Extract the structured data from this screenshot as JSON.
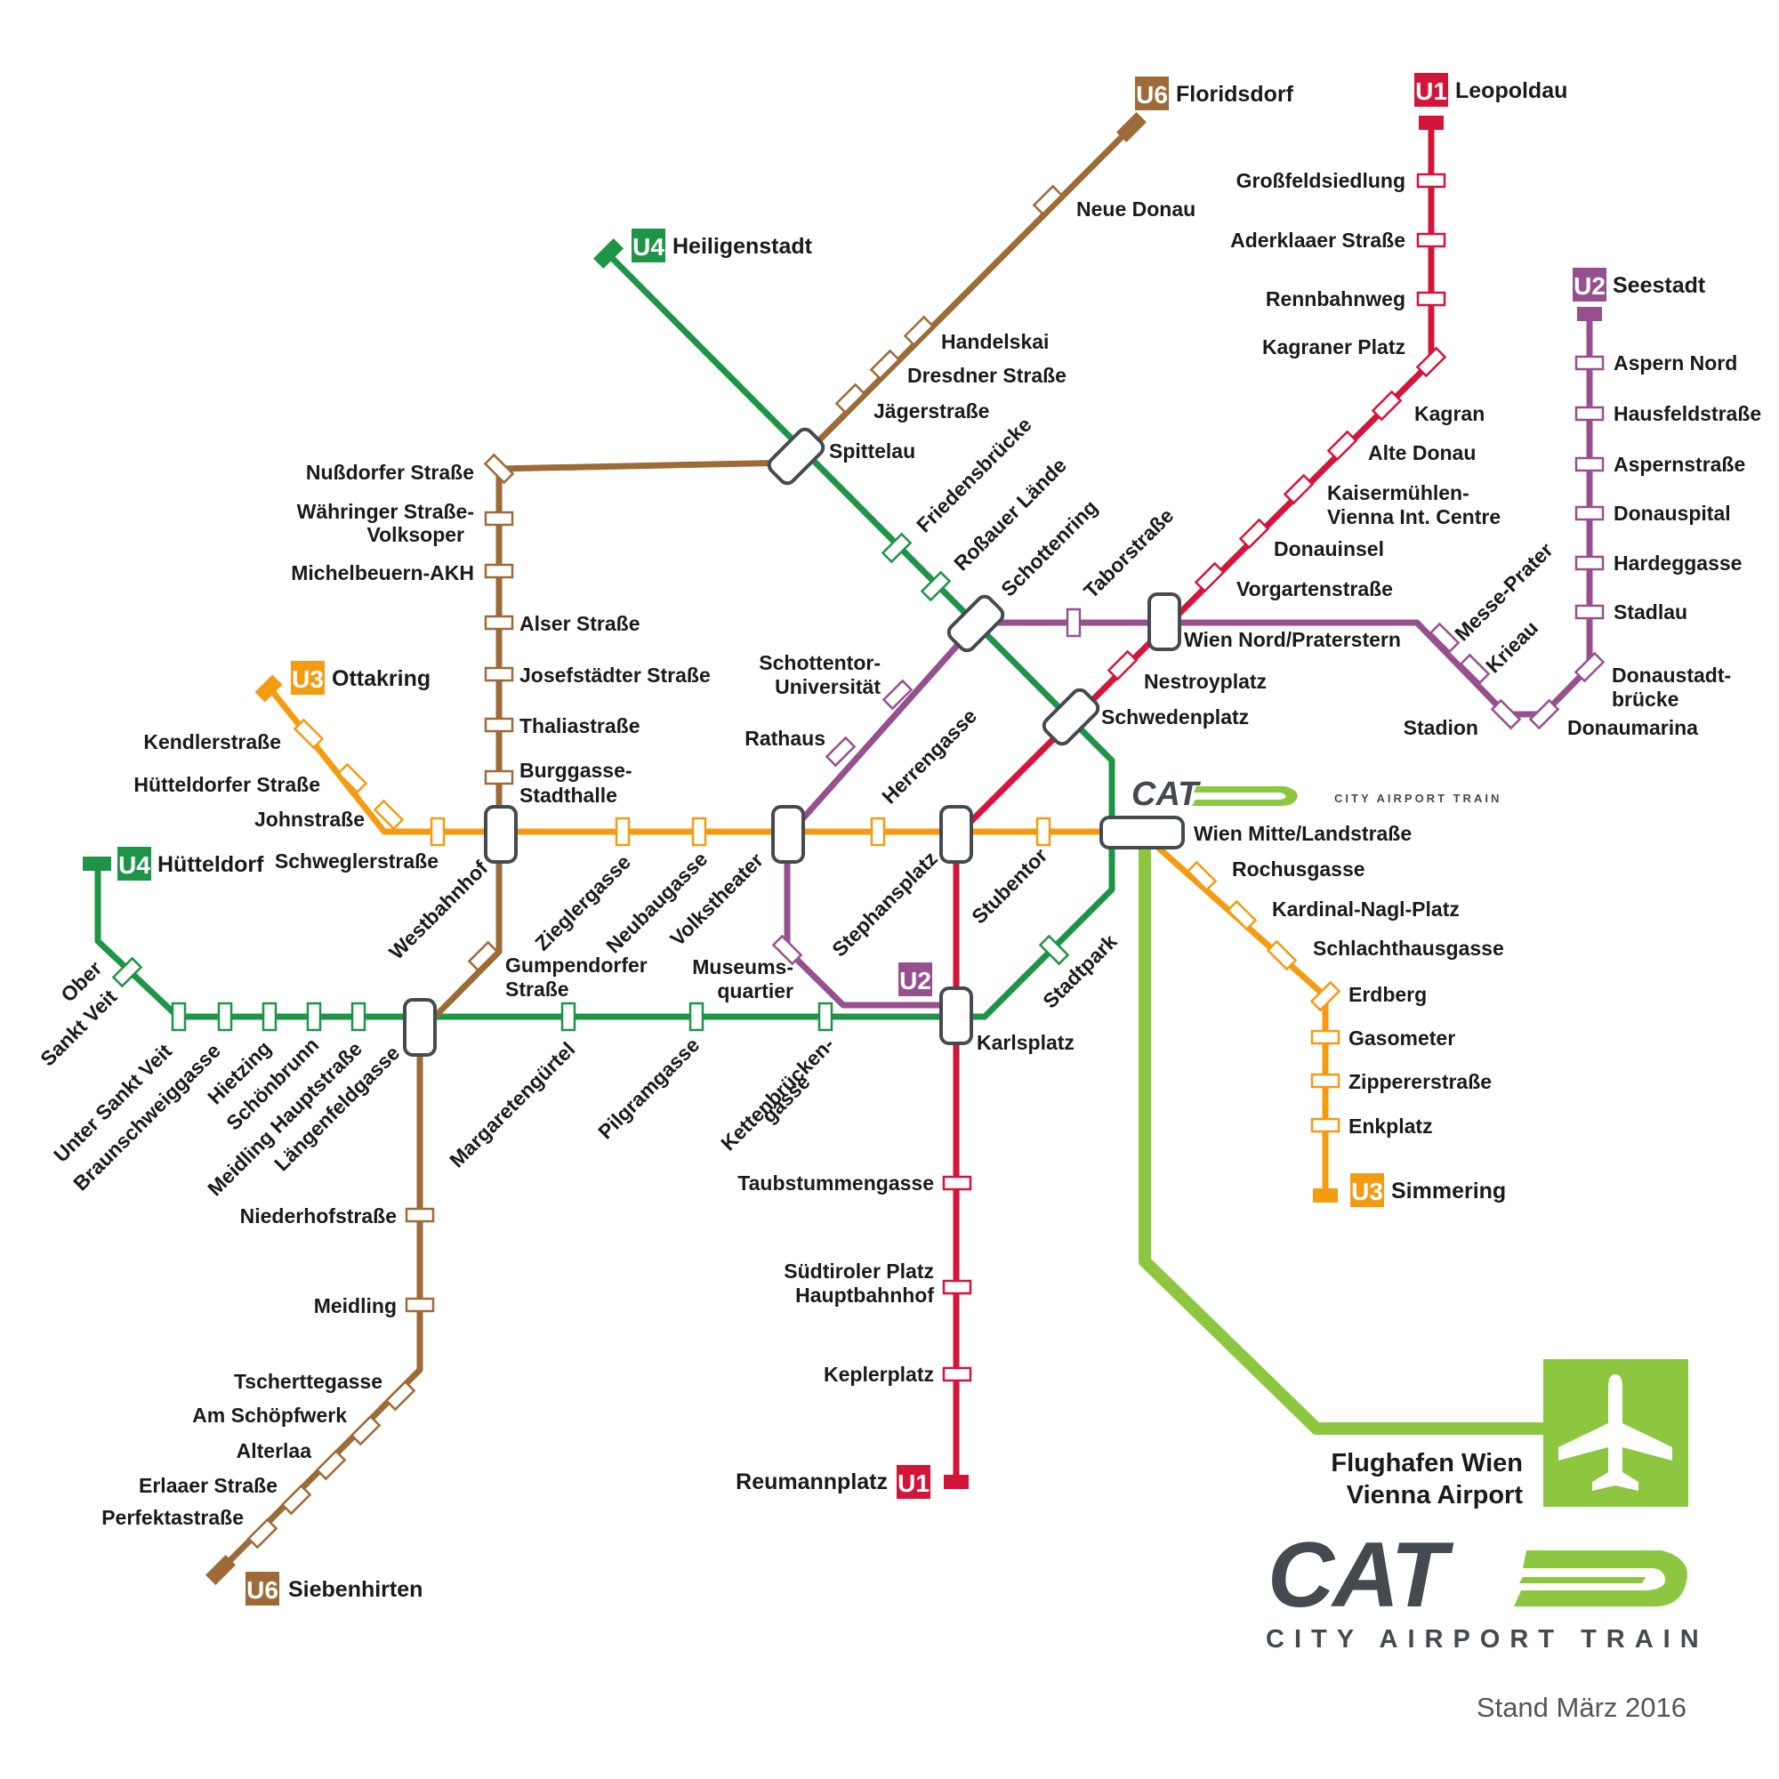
{
  "colors": {
    "u1": "#d4153a",
    "u2": "#96508e",
    "u3": "#f39c12",
    "u4": "#1e9447",
    "u6": "#9c6b37",
    "cat": "#8dc63f",
    "cat_logo": "#444a4f"
  },
  "lines": {
    "u1": {
      "badge": "U1",
      "terminal_north": "Leopoldau",
      "terminal_south": "Reumannplatz"
    },
    "u2": {
      "badge": "U2",
      "terminal_east": "Seestadt",
      "terminal_west": "Karlsplatz"
    },
    "u3": {
      "badge": "U3",
      "terminal_west": "Ottakring",
      "terminal_east": "Simmering"
    },
    "u4": {
      "badge": "U4",
      "terminal_north": "Heiligenstadt",
      "terminal_west": "Hütteldorf"
    },
    "u6": {
      "badge": "U6",
      "terminal_north": "Floridsdorf",
      "terminal_south": "Siebenhirten"
    }
  },
  "stations": {
    "grossfeldsiedlung": "Großfeldsiedlung",
    "aderklaaer": "Aderklaaer Straße",
    "rennbahnweg": "Rennbahnweg",
    "kagraner_platz": "Kagraner Platz",
    "kagran": "Kagran",
    "alte_donau": "Alte Donau",
    "kaisermuehlen_1": "Kaisermühlen-",
    "kaisermuehlen_2": "Vienna Int. Centre",
    "donauinsel": "Donauinsel",
    "vorgartenstrasse": "Vorgartenstraße",
    "praterstern": "Wien Nord/Praterstern",
    "nestroyplatz": "Nestroyplatz",
    "schwedenplatz": "Schwedenplatz",
    "stephansplatz": "Stephansplatz",
    "karlsplatz": "Karlsplatz",
    "taubstummengasse": "Taubstummengasse",
    "suedtiroler_1": "Südtiroler Platz",
    "suedtiroler_2": "Hauptbahnhof",
    "keplerplatz": "Keplerplatz",
    "aspern_nord": "Aspern Nord",
    "hausfeldstrasse": "Hausfeldstraße",
    "aspernstrasse": "Aspernstraße",
    "donauspital": "Donauspital",
    "hardeggasse": "Hardeggasse",
    "stadlau": "Stadlau",
    "donaustadtbruecke_1": "Donaustadt-",
    "donaustadtbruecke_2": "brücke",
    "donaumarina": "Donaumarina",
    "stadion": "Stadion",
    "krieau": "Krieau",
    "messe_prater": "Messe-Prater",
    "taborstrasse": "Taborstraße",
    "schottenring": "Schottenring",
    "schottentor_1": "Schottentor-",
    "schottentor_2": "Universität",
    "rathaus": "Rathaus",
    "volkstheater": "Volkstheater",
    "museumsquartier_1": "Museums-",
    "museumsquartier_2": "quartier",
    "kendlerstrasse": "Kendlerstraße",
    "huetteldorfer_str": "Hütteldorfer Straße",
    "johnstrasse": "Johnstraße",
    "schweglerstrasse": "Schweglerstraße",
    "westbahnhof": "Westbahnhof",
    "zieglergasse": "Zieglergasse",
    "neubaugasse": "Neubaugasse",
    "herrengasse": "Herrengasse",
    "stubentor": "Stubentor",
    "wien_mitte": "Wien Mitte/Landstraße",
    "rochusgasse": "Rochusgasse",
    "kardinal": "Kardinal-Nagl-Platz",
    "schlachthausgasse": "Schlachthausgasse",
    "erdberg": "Erdberg",
    "gasometer": "Gasometer",
    "zippererstrasse": "Zippererstraße",
    "enkplatz": "Enkplatz",
    "spittelau": "Spittelau",
    "friedensbruecke": "Friedensbrücke",
    "rossauer_laende": "Roßauer Lände",
    "stadtpark": "Stadtpark",
    "kettenbruecken_1": "Kettenbrücken-",
    "kettenbruecken_2": "gasse",
    "pilgramgasse": "Pilgramgasse",
    "margaretenguertel": "Margaretengürtel",
    "laengenfeldgasse": "Längenfeldgasse",
    "meidling_hauptstr": "Meidling Hauptstraße",
    "schoenbrunn": "Schönbrunn",
    "hietzing": "Hietzing",
    "braunschweiggasse": "Braunschweiggasse",
    "unter_st_veit": "Unter Sankt Veit",
    "ober_st_veit_1": "Ober",
    "ober_st_veit_2": "Sankt Veit",
    "neue_donau": "Neue Donau",
    "handelskai": "Handelskai",
    "dresdner": "Dresdner Straße",
    "jaegerstrasse": "Jägerstraße",
    "nussdorfer": "Nußdorfer Straße",
    "waehringer_1": "Währinger Straße-",
    "waehringer_2": "Volksoper",
    "michelbeuern": "Michelbeuern-AKH",
    "alser": "Alser Straße",
    "josefstaedter": "Josefstädter Straße",
    "thaliastrasse": "Thaliastraße",
    "burggasse_1": "Burggasse-",
    "burggasse_2": "Stadthalle",
    "gumpendorfer_1": "Gumpendorfer",
    "gumpendorfer_2": "Straße",
    "niederhofstrasse": "Niederhofstraße",
    "meidling": "Meidling",
    "tscherttegasse": "Tscherttegasse",
    "am_schoepfwerk": "Am Schöpfwerk",
    "alterlaa": "Alterlaa",
    "erlaaer": "Erlaaer Straße",
    "perfektastrasse": "Perfektastraße"
  },
  "airport": {
    "line1": "Flughafen Wien",
    "line2": "Vienna Airport",
    "icon": "airplane-icon"
  },
  "cat": {
    "logo_text": "CAT",
    "subtitle": "CITY AIRPORT TRAIN"
  },
  "footer": {
    "stand": "Stand März 2016"
  }
}
